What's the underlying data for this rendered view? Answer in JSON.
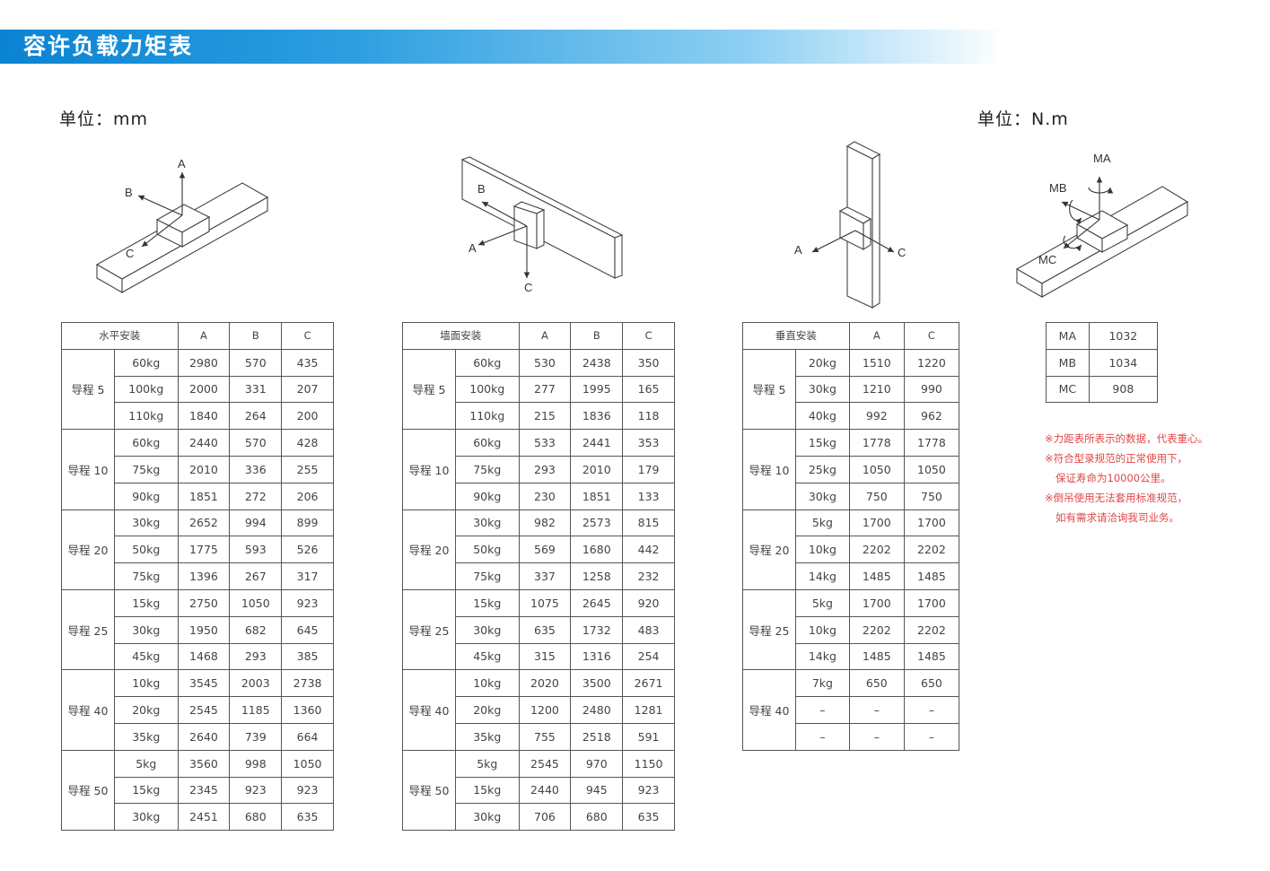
{
  "title": "容许负载力矩表",
  "units": {
    "left": "单位：mm",
    "right": "单位：N.m"
  },
  "diagram_labels": {
    "horizontal": {
      "a": "A",
      "b": "B",
      "c": "C"
    },
    "wall": {
      "a": "A",
      "b": "B",
      "c": "C"
    },
    "vertical": {
      "a": "A",
      "c": "C"
    },
    "moment": {
      "ma": "MA",
      "mb": "MB",
      "mc": "MC"
    }
  },
  "tables": [
    {
      "key": "horizontal",
      "header": [
        "水平安装",
        "A",
        "B",
        "C"
      ],
      "groups": [
        {
          "label": "导程 5",
          "rows": [
            [
              "60kg",
              "2980",
              "570",
              "435"
            ],
            [
              "100kg",
              "2000",
              "331",
              "207"
            ],
            [
              "110kg",
              "1840",
              "264",
              "200"
            ]
          ]
        },
        {
          "label": "导程 10",
          "rows": [
            [
              "60kg",
              "2440",
              "570",
              "428"
            ],
            [
              "75kg",
              "2010",
              "336",
              "255"
            ],
            [
              "90kg",
              "1851",
              "272",
              "206"
            ]
          ]
        },
        {
          "label": "导程 20",
          "rows": [
            [
              "30kg",
              "2652",
              "994",
              "899"
            ],
            [
              "50kg",
              "1775",
              "593",
              "526"
            ],
            [
              "75kg",
              "1396",
              "267",
              "317"
            ]
          ]
        },
        {
          "label": "导程 25",
          "rows": [
            [
              "15kg",
              "2750",
              "1050",
              "923"
            ],
            [
              "30kg",
              "1950",
              "682",
              "645"
            ],
            [
              "45kg",
              "1468",
              "293",
              "385"
            ]
          ]
        },
        {
          "label": "导程 40",
          "rows": [
            [
              "10kg",
              "3545",
              "2003",
              "2738"
            ],
            [
              "20kg",
              "2545",
              "1185",
              "1360"
            ],
            [
              "35kg",
              "2640",
              "739",
              "664"
            ]
          ]
        },
        {
          "label": "导程 50",
          "rows": [
            [
              "5kg",
              "3560",
              "998",
              "1050"
            ],
            [
              "15kg",
              "2345",
              "923",
              "923"
            ],
            [
              "30kg",
              "2451",
              "680",
              "635"
            ]
          ]
        }
      ]
    },
    {
      "key": "wall",
      "header": [
        "墙面安装",
        "A",
        "B",
        "C"
      ],
      "groups": [
        {
          "label": "导程 5",
          "rows": [
            [
              "60kg",
              "530",
              "2438",
              "350"
            ],
            [
              "100kg",
              "277",
              "1995",
              "165"
            ],
            [
              "110kg",
              "215",
              "1836",
              "118"
            ]
          ]
        },
        {
          "label": "导程 10",
          "rows": [
            [
              "60kg",
              "533",
              "2441",
              "353"
            ],
            [
              "75kg",
              "293",
              "2010",
              "179"
            ],
            [
              "90kg",
              "230",
              "1851",
              "133"
            ]
          ]
        },
        {
          "label": "导程 20",
          "rows": [
            [
              "30kg",
              "982",
              "2573",
              "815"
            ],
            [
              "50kg",
              "569",
              "1680",
              "442"
            ],
            [
              "75kg",
              "337",
              "1258",
              "232"
            ]
          ]
        },
        {
          "label": "导程 25",
          "rows": [
            [
              "15kg",
              "1075",
              "2645",
              "920"
            ],
            [
              "30kg",
              "635",
              "1732",
              "483"
            ],
            [
              "45kg",
              "315",
              "1316",
              "254"
            ]
          ]
        },
        {
          "label": "导程 40",
          "rows": [
            [
              "10kg",
              "2020",
              "3500",
              "2671"
            ],
            [
              "20kg",
              "1200",
              "2480",
              "1281"
            ],
            [
              "35kg",
              "755",
              "2518",
              "591"
            ]
          ]
        },
        {
          "label": "导程 50",
          "rows": [
            [
              "5kg",
              "2545",
              "970",
              "1150"
            ],
            [
              "15kg",
              "2440",
              "945",
              "923"
            ],
            [
              "30kg",
              "706",
              "680",
              "635"
            ]
          ]
        }
      ]
    },
    {
      "key": "vertical",
      "header": [
        "垂直安装",
        "A",
        "C"
      ],
      "groups": [
        {
          "label": "导程 5",
          "rows": [
            [
              "20kg",
              "1510",
              "1220"
            ],
            [
              "30kg",
              "1210",
              "990"
            ],
            [
              "40kg",
              "992",
              "962"
            ]
          ]
        },
        {
          "label": "导程 10",
          "rows": [
            [
              "15kg",
              "1778",
              "1778"
            ],
            [
              "25kg",
              "1050",
              "1050"
            ],
            [
              "30kg",
              "750",
              "750"
            ]
          ]
        },
        {
          "label": "导程 20",
          "rows": [
            [
              "5kg",
              "1700",
              "1700"
            ],
            [
              "10kg",
              "2202",
              "2202"
            ],
            [
              "14kg",
              "1485",
              "1485"
            ]
          ]
        },
        {
          "label": "导程 25",
          "rows": [
            [
              "5kg",
              "1700",
              "1700"
            ],
            [
              "10kg",
              "2202",
              "2202"
            ],
            [
              "14kg",
              "1485",
              "1485"
            ]
          ]
        },
        {
          "label": "导程 40",
          "rows": [
            [
              "7kg",
              "650",
              "650"
            ],
            [
              "–",
              "–",
              "–"
            ],
            [
              "–",
              "–",
              "–"
            ]
          ]
        }
      ]
    }
  ],
  "moments": [
    [
      "MA",
      "1032"
    ],
    [
      "MB",
      "1034"
    ],
    [
      "MC",
      "908"
    ]
  ],
  "notes": [
    "※力距表所表示的数据，代表重心。",
    "※符合型录规范的正常使用下，",
    "保证寿命为10000公里。",
    "※倒吊使用无法套用标准规范，",
    "如有需求请洽询我司业务。"
  ]
}
